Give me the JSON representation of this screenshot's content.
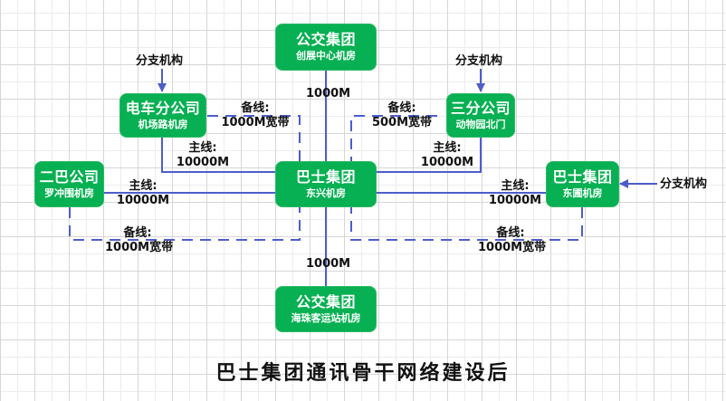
{
  "colors": {
    "node_fill": "#07b052",
    "line": "#4d5ecb"
  },
  "nodes": {
    "hq_top": {
      "title": "公交集团",
      "subtitle": "创展中心机房"
    },
    "tram": {
      "title": "电车分公司",
      "subtitle": "机场路机房"
    },
    "third": {
      "title": "三分公司",
      "subtitle": "动物园北门"
    },
    "second": {
      "title": "二巴公司",
      "subtitle": "罗冲围机房"
    },
    "center": {
      "title": "巴士集团",
      "subtitle": "东兴机房"
    },
    "east": {
      "title": "巴士集团",
      "subtitle": "东圃机房"
    },
    "hq_bottom": {
      "title": "公交集团",
      "subtitle": "海珠客运站机房"
    }
  },
  "branch_labels": {
    "tram": "分支机构",
    "third": "分支机构",
    "east": "分支机构"
  },
  "links": {
    "top": "1000M",
    "bottom": "1000M",
    "tram_backup": {
      "label": "备线:",
      "value": "1000M宽带"
    },
    "tram_main": {
      "label": "主线:",
      "value": "10000M"
    },
    "third_backup": {
      "label": "备线:",
      "value": "500M宽带"
    },
    "third_main": {
      "label": "主线:",
      "value": "10000M"
    },
    "second_main": {
      "label": "主线:",
      "value": "10000M"
    },
    "second_backup": {
      "label": "备线:",
      "value": "1000M宽带"
    },
    "east_main": {
      "label": "主线:",
      "value": "10000M"
    },
    "east_backup": {
      "label": "备线:",
      "value": "1000M宽带"
    }
  },
  "title": "巴士集团通讯骨干网络建设后"
}
